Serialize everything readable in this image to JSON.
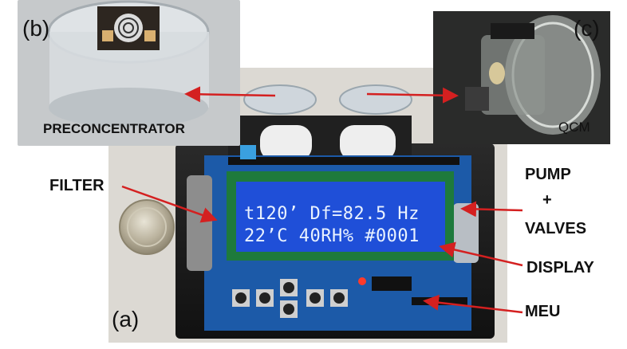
{
  "labels": {
    "panel_b": "(b)",
    "panel_c": "(c)",
    "panel_a": "(a)",
    "preconcentrator": "PRECONCENTRATOR",
    "qcm": "QCM",
    "filter": "FILTER",
    "pump_line1": "PUMP",
    "pump_line2": "+",
    "pump_line3": "VALVES",
    "display": "DISPLAY",
    "meu": "MEU"
  },
  "lcd": {
    "line1": "t120’ Df=82.5 Hz",
    "line2": "22’C 40RH% #0001"
  },
  "colors": {
    "arrow": "#d42020",
    "lcd_bg": "#1f4fd8",
    "case": "#1a1a1a",
    "pcb": "#1c5aa8"
  }
}
